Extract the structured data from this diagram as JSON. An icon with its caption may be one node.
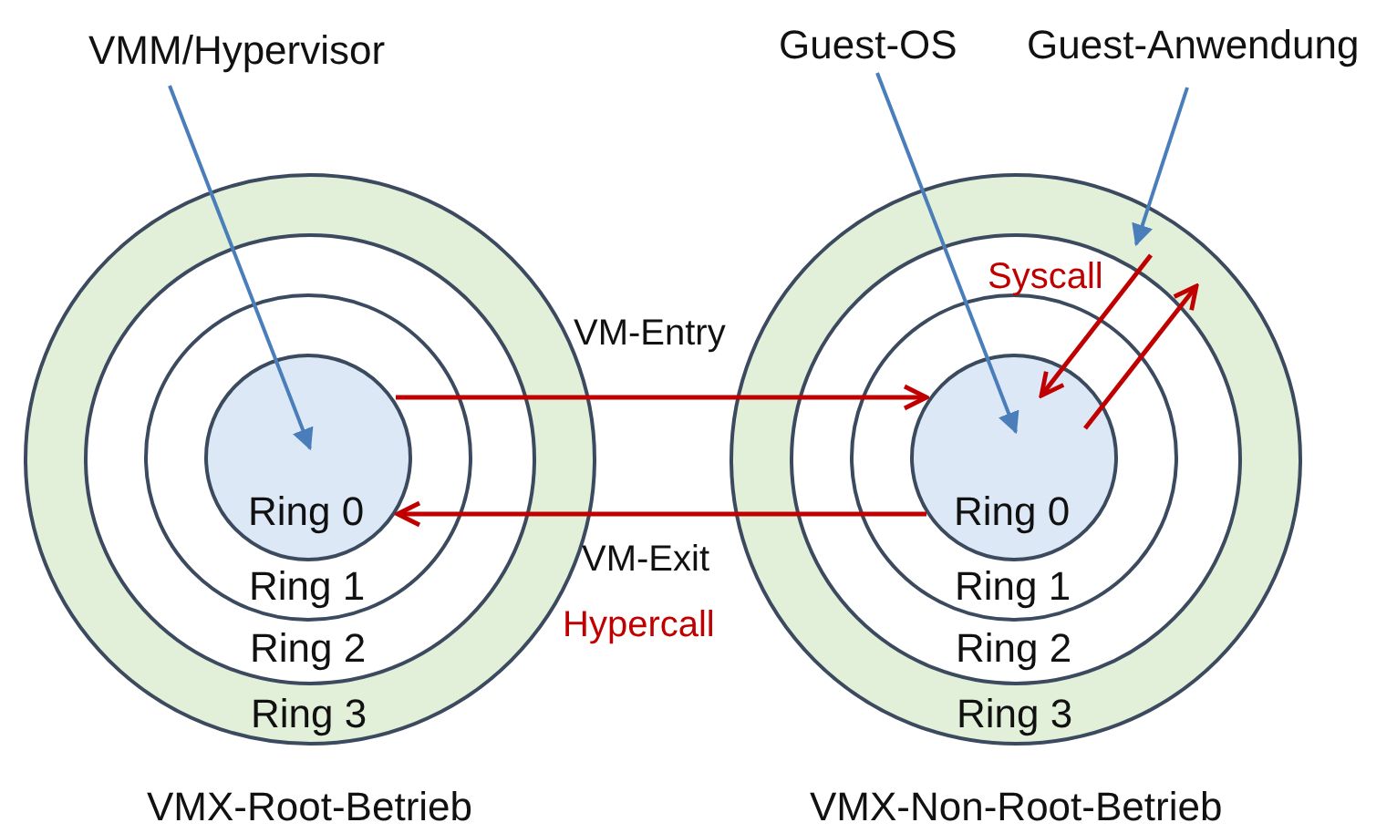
{
  "diagram": {
    "nodes": [
      {
        "text": [
          "VMM/Hypervisor"
        ]
      },
      {
        "text": [
          "Guest-OS"
        ]
      },
      {
        "text": [
          "Guest-Anwendung"
        ]
      },
      {
        "text": [
          "Ring 3"
        ],
        "beside": [
          "VMX-Root-Betrieb"
        ]
      },
      {
        "text": [
          "Ring 2"
        ],
        "in": 3
      },
      {
        "text": [
          "Ring 1"
        ],
        "in": 4
      },
      {
        "text": [
          "Ring 0"
        ],
        "in": 5
      },
      {
        "text": [
          "Ring 3"
        ],
        "beside": [
          "VMX-Non-Root-Betrieb"
        ]
      },
      {
        "text": [
          "Ring 2"
        ],
        "in": 7
      },
      {
        "text": [
          "Ring 1"
        ],
        "in": 8
      },
      {
        "text": [
          "Ring 0"
        ],
        "in": 9
      }
    ],
    "edges": [
      {
        "from": 0,
        "to": 6,
        "arrow": "to",
        "color": "#4a7ebb"
      },
      {
        "from": 1,
        "to": 10,
        "arrow": "to",
        "color": "#4a7ebb"
      },
      {
        "from": 2,
        "to": 7,
        "arrow": "to",
        "color": "#4a7ebb"
      },
      {
        "from": 6,
        "to": 10,
        "arrow": "to",
        "label": "VM-Entry"
      },
      {
        "from": 10,
        "to": 6,
        "arrow": "to",
        "label": "VM-Exit"
      },
      {
        "from": 7,
        "to": 10,
        "arrow": "to",
        "label": "Syscall"
      },
      {
        "from": 10,
        "to": 7,
        "arrow": "to"
      }
    ],
    "labels": [
      "Hypercall"
    ]
  }
}
